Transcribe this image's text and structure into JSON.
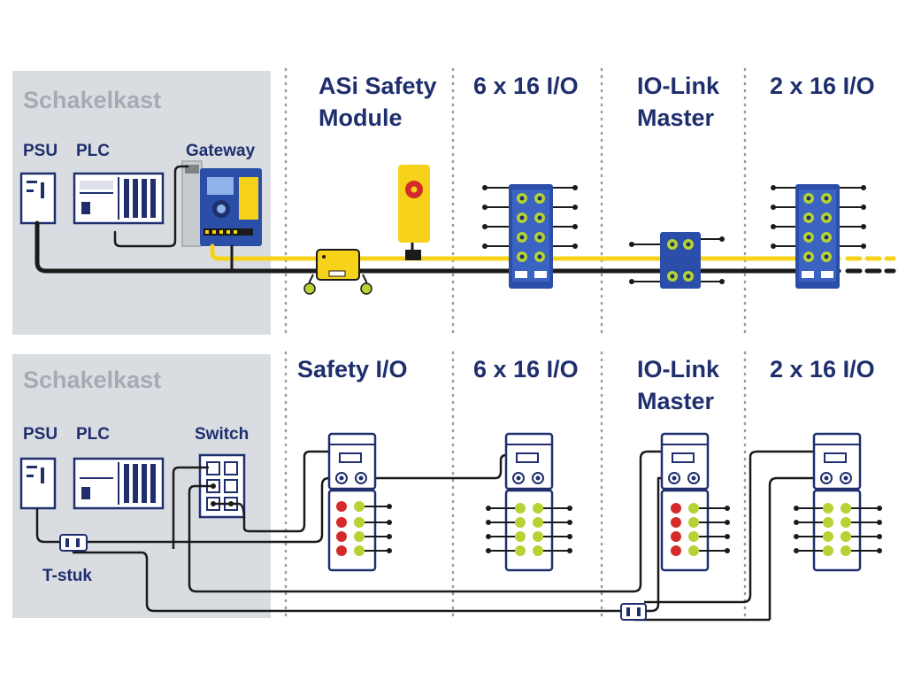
{
  "colors": {
    "navy": "#1f2f6e",
    "blue": "#2b4fa8",
    "yellow": "#f7d21a",
    "cabinet": "#d9dde1",
    "cable_dark": "#1a1a1a",
    "green_led": "#b5d334",
    "red_led": "#d42a2a",
    "divider": "#9a9a9a"
  },
  "top_panel": {
    "cabinet_title": "Schakelkast",
    "labels": {
      "psu": "PSU",
      "plc": "PLC",
      "gateway": "Gateway"
    },
    "columns": [
      {
        "lines": [
          "ASi Safety",
          "Module"
        ]
      },
      {
        "lines": [
          "6 x 16 I/O"
        ]
      },
      {
        "lines": [
          "IO-Link",
          "Master"
        ]
      },
      {
        "lines": [
          "2 x 16 I/O"
        ]
      }
    ]
  },
  "bottom_panel": {
    "cabinet_title": "Schakelkast",
    "labels": {
      "psu": "PSU",
      "plc": "PLC",
      "switch": "Switch",
      "tee": "T-stuk"
    },
    "columns": [
      {
        "lines": [
          "Safety I/O"
        ]
      },
      {
        "lines": [
          "6 x 16 I/O"
        ]
      },
      {
        "lines": [
          "IO-Link",
          "Master"
        ]
      },
      {
        "lines": [
          "2 x 16 I/O"
        ]
      }
    ]
  },
  "icons": {
    "psu": "power-supply-icon",
    "plc": "plc-rack-icon",
    "gateway": "asi-gateway-icon",
    "switch": "ethernet-switch-icon",
    "tee": "t-connector-icon",
    "estop": "emergency-stop-icon",
    "io_module": "io-module-icon"
  }
}
